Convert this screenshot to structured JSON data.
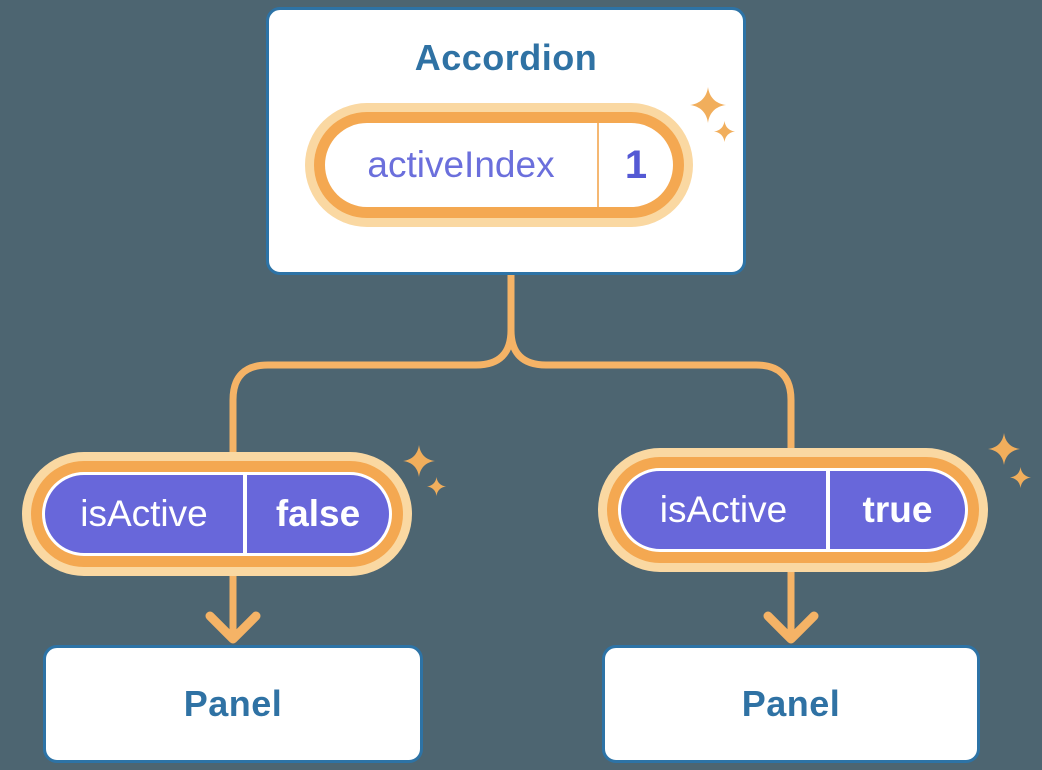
{
  "colors": {
    "bg": "#4D6571",
    "card_border": "#2D73A6",
    "heading_text": "#2F72A4",
    "connector_orange": "#F5B366",
    "ring_orange": "#F4A851",
    "halo_orange": "#FAD8A2",
    "divider_orange": "#F5B873",
    "pill_purple": "#6867DA",
    "purple_text": "#6B6FDC",
    "value_purple": "#5459D4",
    "sparkle_orange": "#F1AE5C"
  },
  "accordion": {
    "title": "Accordion",
    "state": {
      "label": "activeIndex",
      "value": "1"
    }
  },
  "children": [
    {
      "prop": {
        "label": "isActive",
        "value": "false"
      },
      "component": {
        "title": "Panel"
      }
    },
    {
      "prop": {
        "label": "isActive",
        "value": "true"
      },
      "component": {
        "title": "Panel"
      }
    }
  ],
  "icons": {
    "sparkle": "four-point-star",
    "arrow": "down-chevron-arrow"
  }
}
